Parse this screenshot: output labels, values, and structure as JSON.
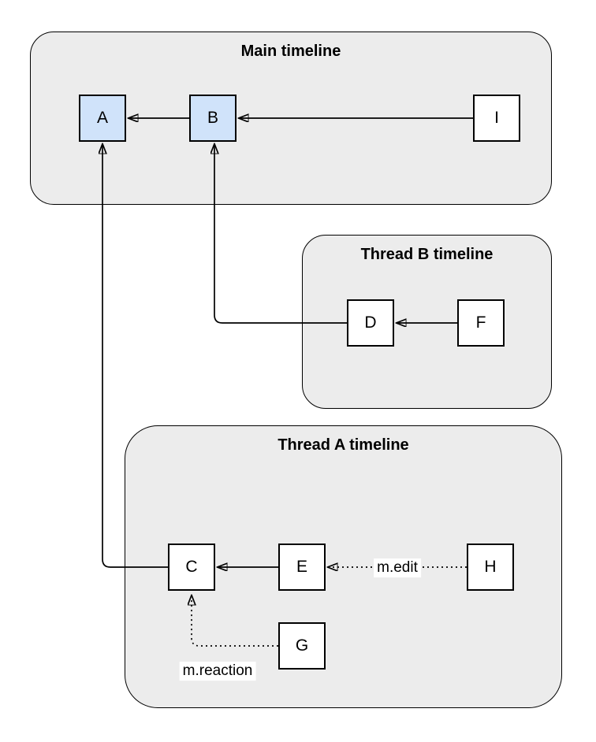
{
  "containers": {
    "main": {
      "title": "Main timeline"
    },
    "thread_b": {
      "title": "Thread B timeline"
    },
    "thread_a": {
      "title": "Thread A timeline"
    }
  },
  "nodes": {
    "a": {
      "label": "A",
      "highlighted": true
    },
    "b": {
      "label": "B",
      "highlighted": true
    },
    "i": {
      "label": "I",
      "highlighted": false
    },
    "d": {
      "label": "D",
      "highlighted": false
    },
    "f": {
      "label": "F",
      "highlighted": false
    },
    "c": {
      "label": "C",
      "highlighted": false
    },
    "e": {
      "label": "E",
      "highlighted": false
    },
    "h": {
      "label": "H",
      "highlighted": false
    },
    "g": {
      "label": "G",
      "highlighted": false
    }
  },
  "edges": [
    {
      "from": "B",
      "to": "A",
      "style": "solid",
      "label": ""
    },
    {
      "from": "I",
      "to": "B",
      "style": "solid",
      "label": ""
    },
    {
      "from": "F",
      "to": "D",
      "style": "solid",
      "label": ""
    },
    {
      "from": "E",
      "to": "C",
      "style": "solid",
      "label": ""
    },
    {
      "from": "D",
      "to": "B",
      "style": "solid",
      "label": ""
    },
    {
      "from": "C",
      "to": "A",
      "style": "solid",
      "label": ""
    },
    {
      "from": "H",
      "to": "E",
      "style": "dotted",
      "label": "m.edit"
    },
    {
      "from": "G",
      "to": "C",
      "style": "dotted",
      "label": "m.reaction"
    }
  ],
  "colors": {
    "background": "#ffffff",
    "container_fill": "#ececec",
    "container_border": "#000000",
    "node_fill": "#ffffff",
    "node_highlight_fill": "#d0e3fa",
    "node_border": "#000000",
    "edge": "#000000",
    "text": "#000000"
  }
}
